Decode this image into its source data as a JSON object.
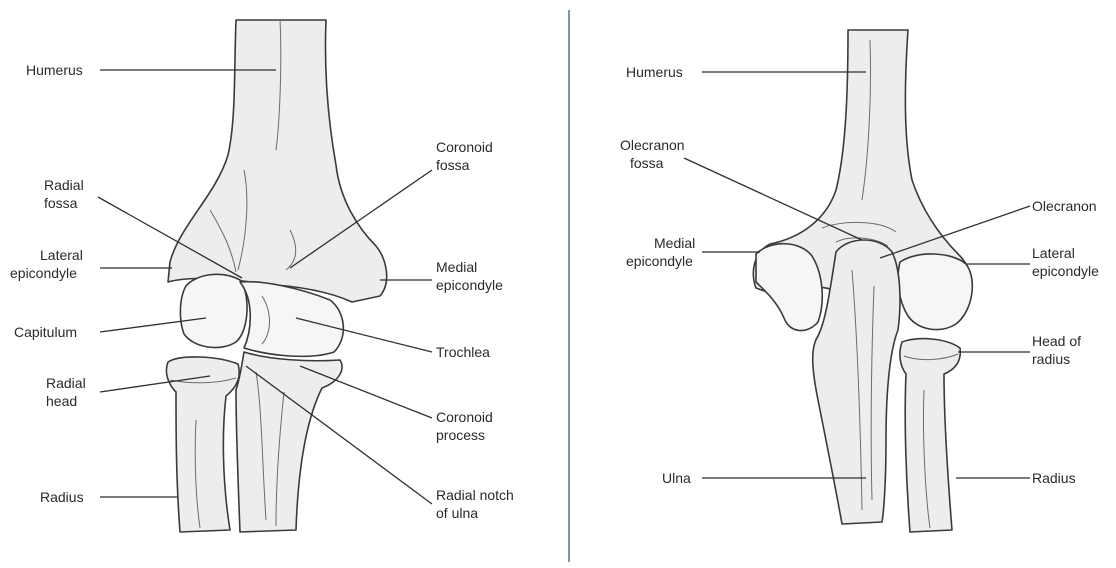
{
  "anterior_view": {
    "labels": {
      "humerus": "Humerus",
      "coronoid_fossa": [
        "Coronoid",
        "fossa"
      ],
      "radial_fossa": [
        "Radial",
        "fossa"
      ],
      "lateral_epicondyle": [
        "Lateral",
        "epicondyle"
      ],
      "medial_epicondyle": [
        "Medial",
        "epicondyle"
      ],
      "capitulum": "Capitulum",
      "trochlea": "Trochlea",
      "radial_head": [
        "Radial",
        "head"
      ],
      "coronoid_process": [
        "Coronoid",
        "process"
      ],
      "radius": "Radius",
      "radial_notch": [
        "Radial notch",
        "of ulna"
      ]
    }
  },
  "posterior_view": {
    "labels": {
      "humerus": "Humerus",
      "olecranon_fossa": [
        "Olecranon",
        "fossa"
      ],
      "olecranon": "Olecranon",
      "medial_epicondyle": [
        "Medial",
        "epicondyle"
      ],
      "lateral_epicondyle": [
        "Lateral",
        "epicondyle"
      ],
      "head_of_radius": [
        "Head of",
        "radius"
      ],
      "ulna": "Ulna",
      "radius": "Radius"
    }
  },
  "colors": {
    "divider": "#2b4c7e",
    "bone_fill": "#ededed",
    "outline": "#3a3a3a"
  }
}
